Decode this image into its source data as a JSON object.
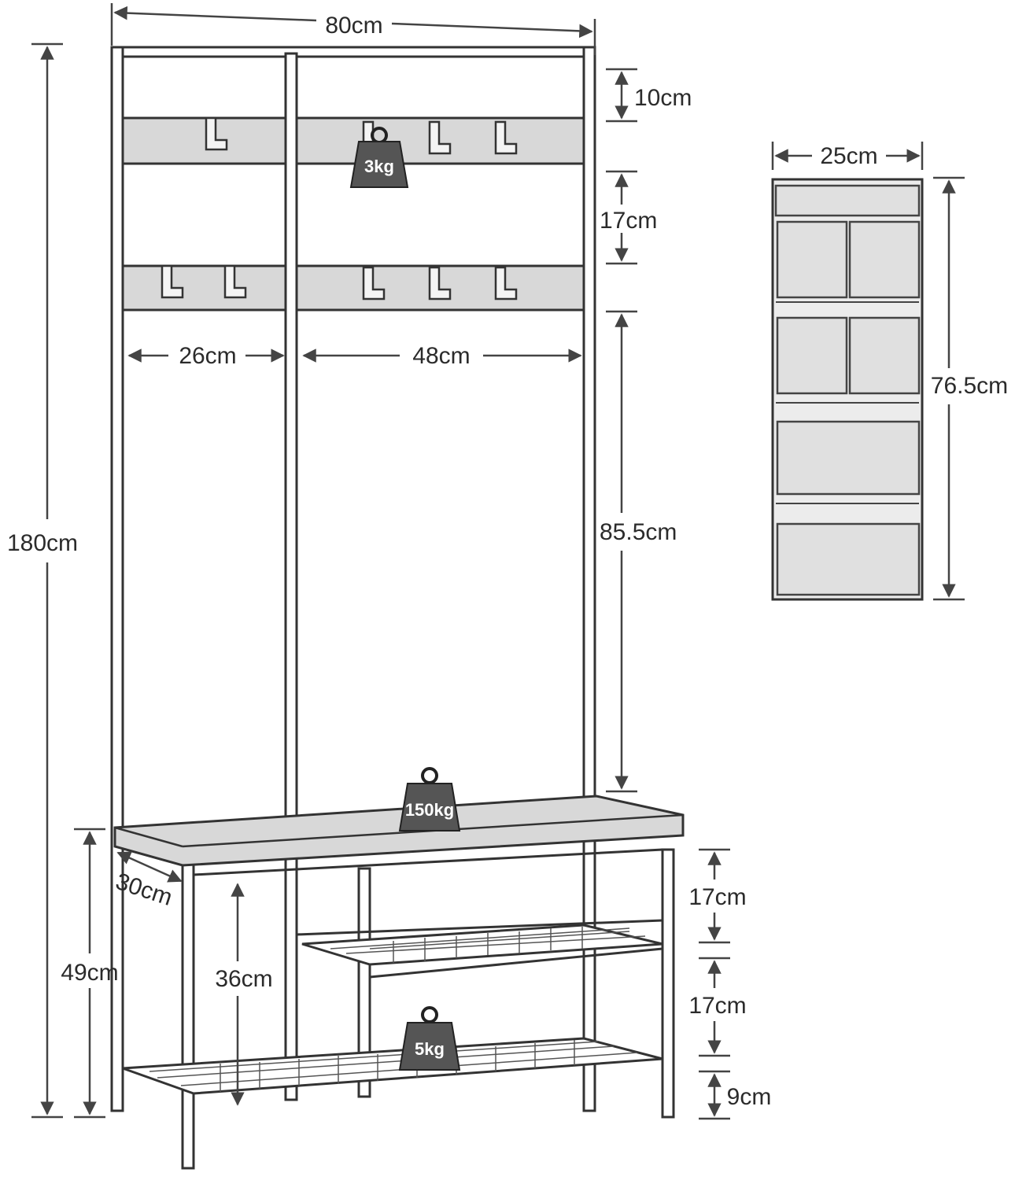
{
  "dimensions": {
    "total_width": "80cm",
    "total_height": "180cm",
    "top_to_rail": "10cm",
    "rail_spacing": "17cm",
    "left_section_width": "26cm",
    "right_section_width": "48cm",
    "lower_opening_height": "85.5cm",
    "bench_height": "49cm",
    "bench_depth": "30cm",
    "shelf_to_bench": "36cm",
    "shoe_shelf_gap_upper": "17cm",
    "shoe_shelf_gap_lower": "17cm",
    "bottom_clearance": "9cm",
    "organizer_width": "25cm",
    "organizer_height": "76.5cm"
  },
  "load_capacity": {
    "hook_load": "3kg",
    "bench_load": "150kg",
    "shelf_load": "5kg"
  },
  "colors": {
    "line": "#333333",
    "wood": "#d8d8d8",
    "weight_badge": "#555555"
  },
  "icons": [
    "weight-icon",
    "coat-hook-icon",
    "dimension-arrow-icon"
  ]
}
